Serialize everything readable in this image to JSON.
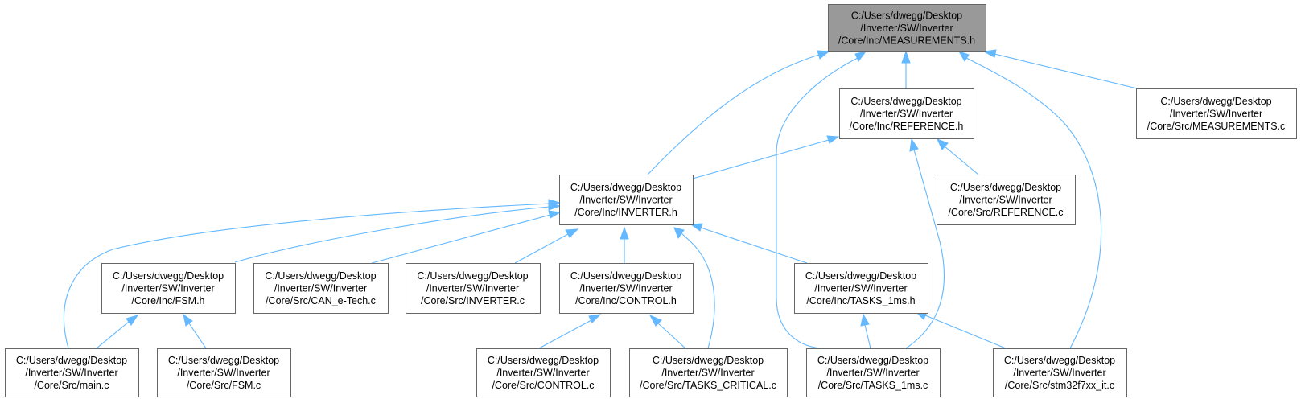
{
  "colors": {
    "edge": "#63b8ff",
    "node_border": "#666666",
    "root_fill": "#999999",
    "node_fill": "#ffffff"
  },
  "nodes": {
    "measurements_h": {
      "lines": [
        "C:/Users/dwegg/Desktop",
        "/Inverter/SW/Inverter",
        "/Core/Inc/MEASUREMENTS.h"
      ],
      "root": true
    },
    "reference_h": {
      "lines": [
        "C:/Users/dwegg/Desktop",
        "/Inverter/SW/Inverter",
        "/Core/Inc/REFERENCE.h"
      ]
    },
    "measurements_c": {
      "lines": [
        "C:/Users/dwegg/Desktop",
        "/Inverter/SW/Inverter",
        "/Core/Src/MEASUREMENTS.c"
      ]
    },
    "inverter_h": {
      "lines": [
        "C:/Users/dwegg/Desktop",
        "/Inverter/SW/Inverter",
        "/Core/Inc/INVERTER.h"
      ]
    },
    "reference_c": {
      "lines": [
        "C:/Users/dwegg/Desktop",
        "/Inverter/SW/Inverter",
        "/Core/Src/REFERENCE.c"
      ]
    },
    "fsm_h": {
      "lines": [
        "C:/Users/dwegg/Desktop",
        "/Inverter/SW/Inverter",
        "/Core/Inc/FSM.h"
      ]
    },
    "can_etech_c": {
      "lines": [
        "C:/Users/dwegg/Desktop",
        "/Inverter/SW/Inverter",
        "/Core/Src/CAN_e-Tech.c"
      ]
    },
    "inverter_c": {
      "lines": [
        "C:/Users/dwegg/Desktop",
        "/Inverter/SW/Inverter",
        "/Core/Src/INVERTER.c"
      ]
    },
    "control_h": {
      "lines": [
        "C:/Users/dwegg/Desktop",
        "/Inverter/SW/Inverter",
        "/Core/Inc/CONTROL.h"
      ]
    },
    "tasks_1ms_h": {
      "lines": [
        "C:/Users/dwegg/Desktop",
        "/Inverter/SW/Inverter",
        "/Core/Inc/TASKS_1ms.h"
      ]
    },
    "main_c": {
      "lines": [
        "C:/Users/dwegg/Desktop",
        "/Inverter/SW/Inverter",
        "/Core/Src/main.c"
      ]
    },
    "fsm_c": {
      "lines": [
        "C:/Users/dwegg/Desktop",
        "/Inverter/SW/Inverter",
        "/Core/Src/FSM.c"
      ]
    },
    "control_c": {
      "lines": [
        "C:/Users/dwegg/Desktop",
        "/Inverter/SW/Inverter",
        "/Core/Src/CONTROL.c"
      ]
    },
    "tasks_critical_c": {
      "lines": [
        "C:/Users/dwegg/Desktop",
        "/Inverter/SW/Inverter",
        "/Core/Src/TASKS_CRITICAL.c"
      ]
    },
    "tasks_1ms_c": {
      "lines": [
        "C:/Users/dwegg/Desktop",
        "/Inverter/SW/Inverter",
        "/Core/Src/TASKS_1ms.c"
      ]
    },
    "stm32_it_c": {
      "lines": [
        "C:/Users/dwegg/Desktop",
        "/Inverter/SW/Inverter",
        "/Core/Src/stm32f7xx_it.c"
      ]
    }
  },
  "edges": [
    {
      "from": "reference_h",
      "to": "measurements_h"
    },
    {
      "from": "measurements_c",
      "to": "measurements_h"
    },
    {
      "from": "inverter_h",
      "to": "measurements_h"
    },
    {
      "from": "tasks_1ms_c",
      "to": "measurements_h"
    },
    {
      "from": "stm32_it_c",
      "to": "measurements_h"
    },
    {
      "from": "inverter_h",
      "to": "reference_h"
    },
    {
      "from": "reference_c",
      "to": "reference_h"
    },
    {
      "from": "tasks_1ms_c",
      "to": "reference_h"
    },
    {
      "from": "fsm_h",
      "to": "inverter_h"
    },
    {
      "from": "main_c",
      "to": "inverter_h"
    },
    {
      "from": "can_etech_c",
      "to": "inverter_h"
    },
    {
      "from": "inverter_c",
      "to": "inverter_h"
    },
    {
      "from": "control_h",
      "to": "inverter_h"
    },
    {
      "from": "tasks_critical_c",
      "to": "inverter_h"
    },
    {
      "from": "tasks_1ms_h",
      "to": "inverter_h"
    },
    {
      "from": "main_c",
      "to": "fsm_h"
    },
    {
      "from": "fsm_c",
      "to": "fsm_h"
    },
    {
      "from": "control_c",
      "to": "control_h"
    },
    {
      "from": "tasks_critical_c",
      "to": "control_h"
    },
    {
      "from": "tasks_1ms_c",
      "to": "tasks_1ms_h"
    },
    {
      "from": "stm32_it_c",
      "to": "tasks_1ms_h"
    }
  ]
}
